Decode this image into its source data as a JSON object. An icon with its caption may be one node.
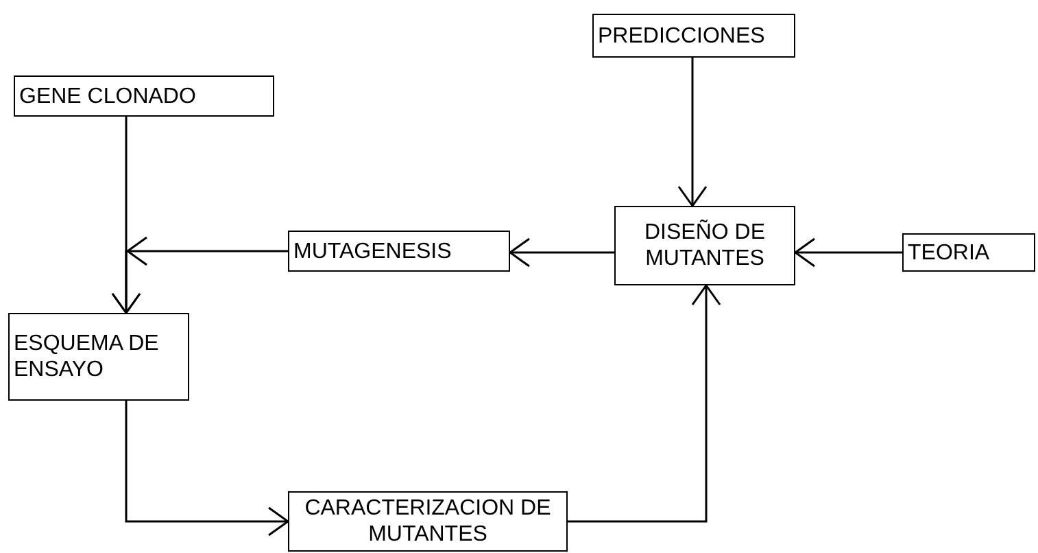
{
  "diagram": {
    "nodes": [
      {
        "text": [
          "PREDICCIONES"
        ]
      },
      {
        "text": [
          "GENE CLONADO"
        ]
      },
      {
        "text": [
          "MUTAGENESIS"
        ]
      },
      {
        "text": [
          "DISEÑO DE MUTANTES"
        ]
      },
      {
        "text": [
          "TEORIA"
        ]
      },
      {
        "text": [
          "ESQUEMA DE ENSAYO"
        ]
      },
      {
        "text": [
          "CARACTERIZACION DE MUTANTES"
        ]
      }
    ],
    "edges": [
      {
        "from": 0,
        "to": 3,
        "arrow": "to"
      },
      {
        "from": 4,
        "to": 3,
        "arrow": "to"
      },
      {
        "from": 3,
        "to": 2,
        "arrow": "to"
      },
      {
        "from": 1,
        "to": 5,
        "arrow": "to"
      },
      {
        "from": 2,
        "to": 5,
        "arrow": "to"
      },
      {
        "from": 5,
        "to": 6,
        "arrow": "to"
      },
      {
        "from": 6,
        "to": 3,
        "arrow": "to"
      }
    ]
  }
}
